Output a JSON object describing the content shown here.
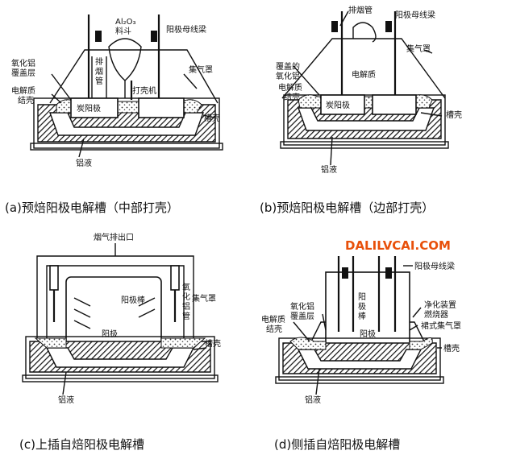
{
  "watermark": "DALILVCAI.COM",
  "colors": {
    "line": "#111111",
    "watermark": "#e8500a",
    "background": "#ffffff"
  },
  "panels": {
    "a": {
      "caption": "(a)预焙阳极电解槽（中部打壳）",
      "labels": {
        "hopper": "Al₂O₃",
        "hopper2": "料斗",
        "busbar": "阳极母线梁",
        "exhaust": "排",
        "exhaust2": "烟",
        "exhaust3": "管",
        "hood": "集气罩",
        "cover1": "氧化铝",
        "cover2": "覆盖层",
        "crust1": "电解质",
        "crust2": "结壳",
        "anode": "炭阳极",
        "breaker": "打壳机",
        "shell": "槽壳",
        "metal": "铝液"
      }
    },
    "b": {
      "caption": "(b)预焙阳极电解槽（边部打壳）",
      "labels": {
        "exhaust": "排烟管",
        "busbar": "阳极母线梁",
        "hood": "集气罩",
        "cover1": "覆盖的",
        "cover2": "氧化铝",
        "electrolyte": "电解质",
        "crust1": "电解质",
        "crust2": "结壳",
        "anode": "炭阳极",
        "shell": "槽壳",
        "metal": "铝液"
      }
    },
    "c": {
      "caption": "(c)上插自焙阳极电解槽",
      "labels": {
        "flue": "烟气排出口",
        "rod": "阳极棒",
        "hood1": "氧",
        "hood2": "化",
        "hood3": "铝",
        "hood4": "管",
        "hood5": "集气罩",
        "anode": "阳极",
        "shell": "槽壳",
        "metal": "铝液"
      }
    },
    "d": {
      "caption": "(d)侧插自焙阳极电解槽",
      "labels": {
        "busbar": "阳极母线梁",
        "rod1": "阳",
        "rod2": "极",
        "rod3": "棒",
        "cover1": "氧化铝",
        "cover2": "覆盖层",
        "crust1": "电解质",
        "crust2": "结壳",
        "purify1": "净化装置",
        "purify2": "燃烧器",
        "skirt": "裙式集气罩",
        "anode": "阳极",
        "shell": "槽壳",
        "metal": "铝液"
      }
    }
  }
}
